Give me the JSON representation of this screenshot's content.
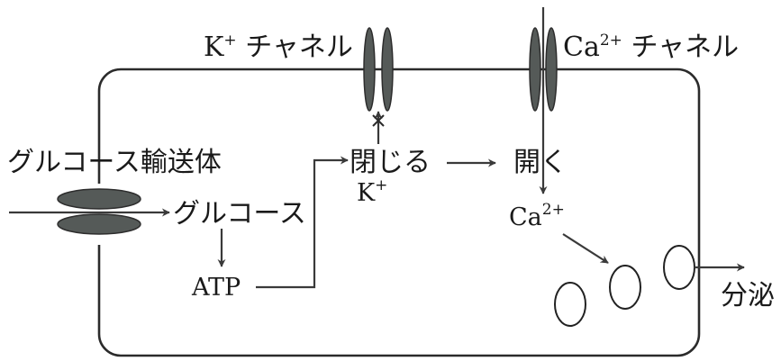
{
  "labels": {
    "k_channel": "K",
    "k_channel_sup": "+",
    "k_channel_suffix": " チャネル",
    "ca_channel": "Ca",
    "ca_channel_sup": "2+",
    "ca_channel_suffix": " チャネル",
    "transporter": "グルコース輸送体",
    "glucose": "グルコース",
    "atp": "ATP",
    "close": "閉じる",
    "k_ion": "K",
    "k_ion_sup": "+",
    "open": "開く",
    "ca_ion": "Ca",
    "ca_ion_sup": "2+",
    "secretion": "分泌"
  },
  "colors": {
    "channel_fill": "#555a58",
    "line": "#3a3a3a",
    "text": "#1a1a1a"
  },
  "icons": {
    "blocked_mark": "x-mark-icon",
    "arrowhead": "arrowhead-icon"
  }
}
